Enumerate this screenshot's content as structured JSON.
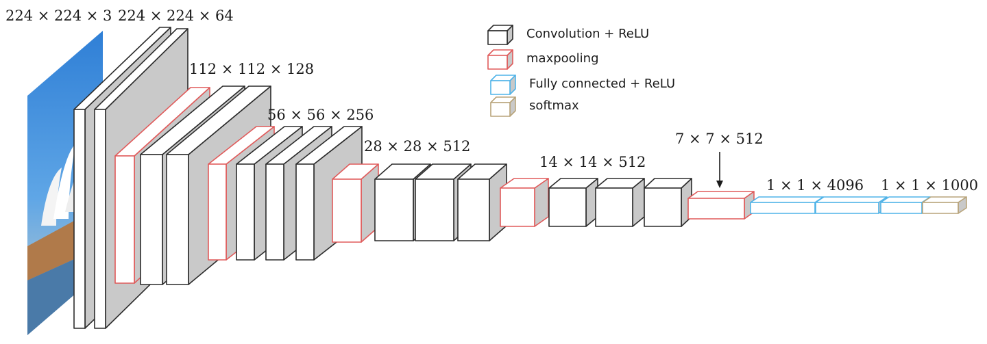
{
  "colors": {
    "conv": "#2b2b2b",
    "pool": "#e05a5a",
    "fc": "#4fb3e8",
    "softmax": "#b8a47a",
    "side_fill": "#c9c9c9",
    "face_fill": "#ffffff"
  },
  "legend": [
    {
      "kind": "conv",
      "label": "Convolution + ReLU"
    },
    {
      "kind": "pool",
      "label": "maxpooling"
    },
    {
      "kind": "fc",
      "label": "Fully connected + ReLU"
    },
    {
      "kind": "softmax",
      "label": "softmax"
    }
  ],
  "dimension_labels": [
    "224 × 224 × 3",
    "224 × 224 × 64",
    "112 × 112 × 128",
    "56 × 56 × 256",
    "28 × 28 × 512",
    "14 × 14 × 512",
    "7 × 7 × 512",
    "1 × 1 × 4096",
    "1 × 1 × 1000"
  ],
  "input_image": {
    "icon": "sydney-opera-house-photo"
  },
  "layers": [
    {
      "kind": "conv",
      "stage": "224x224x64"
    },
    {
      "kind": "conv",
      "stage": "224x224x64"
    },
    {
      "kind": "pool",
      "stage": "112x112x128"
    },
    {
      "kind": "conv",
      "stage": "112x112x128"
    },
    {
      "kind": "conv",
      "stage": "112x112x128"
    },
    {
      "kind": "pool",
      "stage": "56x56x256"
    },
    {
      "kind": "conv",
      "stage": "56x56x256"
    },
    {
      "kind": "conv",
      "stage": "56x56x256"
    },
    {
      "kind": "conv",
      "stage": "56x56x256"
    },
    {
      "kind": "pool",
      "stage": "28x28x512"
    },
    {
      "kind": "conv",
      "stage": "28x28x512"
    },
    {
      "kind": "conv",
      "stage": "28x28x512"
    },
    {
      "kind": "conv",
      "stage": "28x28x512"
    },
    {
      "kind": "pool",
      "stage": "14x14x512"
    },
    {
      "kind": "conv",
      "stage": "14x14x512"
    },
    {
      "kind": "conv",
      "stage": "14x14x512"
    },
    {
      "kind": "conv",
      "stage": "14x14x512"
    },
    {
      "kind": "pool",
      "stage": "7x7x512"
    },
    {
      "kind": "fc",
      "stage": "1x1x4096"
    },
    {
      "kind": "fc",
      "stage": "1x1x4096"
    },
    {
      "kind": "fc",
      "stage": "1x1x1000"
    },
    {
      "kind": "softmax",
      "stage": "1x1x1000"
    }
  ]
}
